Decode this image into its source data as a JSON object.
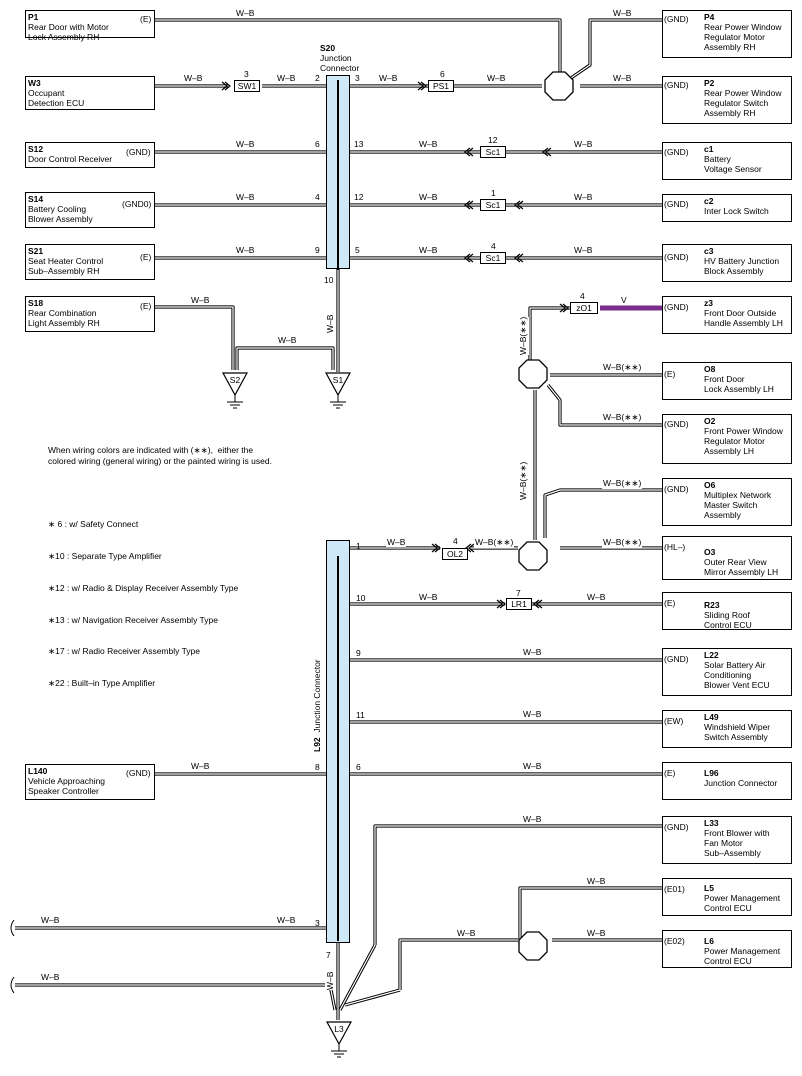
{
  "wire_color": "W–B",
  "wire_color_painted": "W–B(∗∗)",
  "v_color": "V",
  "accent_purple": "#7b2d8e",
  "connector_fill": "#cfe8f7",
  "s20": {
    "code": "S20",
    "name1": "Junction",
    "name2": "Connector"
  },
  "l92": {
    "code": "L92",
    "name": "Junction Connector"
  },
  "left_components": [
    {
      "code": "P1",
      "desc": "Rear Door with Motor\nLock Assembly RH",
      "gnd": "(E)"
    },
    {
      "code": "W3",
      "desc": "Occupant\nDetection ECU",
      "gnd": ""
    },
    {
      "code": "S12",
      "desc": "Door Control Receiver",
      "gnd": "(GND)"
    },
    {
      "code": "S14",
      "desc": "Battery Cooling\nBlower Assembly",
      "gnd": "(GND0)"
    },
    {
      "code": "S21",
      "desc": "Seat Heater Control\nSub–Assembly RH",
      "gnd": "(E)"
    },
    {
      "code": "S18",
      "desc": "Rear Combination\nLight Assembly RH",
      "gnd": "(E)"
    },
    {
      "code": "L140",
      "desc": "Vehicle Approaching\nSpeaker Controller",
      "gnd": "(GND)"
    }
  ],
  "right_components": [
    {
      "code": "P4",
      "desc": "Rear Power Window\nRegulator Motor\nAssembly RH",
      "gnd": "(GND)"
    },
    {
      "code": "P2",
      "desc": "Rear Power Window\nRegulator Switch\nAssembly RH",
      "gnd": "(GND)"
    },
    {
      "code": "c1",
      "desc": "Battery\nVoltage Sensor",
      "gnd": "(GND)"
    },
    {
      "code": "c2",
      "desc": "Inter Lock Switch",
      "gnd": "(GND)"
    },
    {
      "code": "c3",
      "desc": "HV Battery Junction\nBlock Assembly",
      "gnd": "(GND)"
    },
    {
      "code": "z3",
      "desc": "Front Door Outside\nHandle Assembly LH",
      "gnd": "(GND)"
    },
    {
      "code": "O8",
      "desc": "Front Door\nLock Assembly LH",
      "gnd": "(E)"
    },
    {
      "code": "O2",
      "desc": "Front Power Window\nRegulator Motor\nAssembly LH",
      "gnd": "(GND)"
    },
    {
      "code": "O6",
      "desc": "Multiplex Network\nMaster Switch\nAssembly",
      "gnd": "(GND)"
    },
    {
      "code": "O3",
      "desc": "Outer Rear View\nMirror Assembly LH",
      "gnd": "(HL–)"
    },
    {
      "code": "R23",
      "desc": "Sliding Roof\nControl ECU",
      "gnd": "(E)"
    },
    {
      "code": "L22",
      "desc": "Solar Battery Air\nConditioning\nBlower Vent ECU",
      "gnd": "(GND)"
    },
    {
      "code": "L49",
      "desc": "Windshield Wiper\nSwitch Assembly",
      "gnd": "(EW)"
    },
    {
      "code": "L96",
      "desc": "Junction Connector",
      "gnd": "(E)"
    },
    {
      "code": "L33",
      "desc": "Front Blower with\nFan Motor\nSub–Assembly",
      "gnd": "(GND)"
    },
    {
      "code": "L5",
      "desc": "Power Management\nControl ECU",
      "gnd": "(E01)"
    },
    {
      "code": "L6",
      "desc": "Power Management\nControl ECU",
      "gnd": "(E02)"
    }
  ],
  "inline_connectors": [
    {
      "label": "SW1",
      "num": "3"
    },
    {
      "label": "PS1",
      "num": "6"
    },
    {
      "label": "Sc1",
      "num": "12"
    },
    {
      "label": "Sc1",
      "num": "1"
    },
    {
      "label": "Sc1",
      "num": "4"
    },
    {
      "label": "zO1",
      "num": "4"
    },
    {
      "label": "OL2",
      "num": "4"
    },
    {
      "label": "LR1",
      "num": "7"
    }
  ],
  "s20_pins": [
    "2",
    "3",
    "6",
    "13",
    "4",
    "12",
    "9",
    "5",
    "10"
  ],
  "l92_pins": [
    "1",
    "10",
    "9",
    "11",
    "8",
    "6",
    "3",
    "7"
  ],
  "grounds": [
    "S2",
    "S1",
    "L3"
  ],
  "note_main": "When wiring colors are indicated with (∗∗),  either the\ncolored wiring (general wiring) or the painted wiring is used.",
  "notes": [
    "∗ 6 : w/ Safety Connect",
    "∗10 : Separate Type Amplifier",
    "∗12 : w/ Radio & Display Receiver Assembly Type",
    "∗13 : w/ Navigation Receiver Assembly Type",
    "∗17 : w/ Radio Receiver Assembly Type",
    "∗22 : Built–in Type Amplifier"
  ]
}
